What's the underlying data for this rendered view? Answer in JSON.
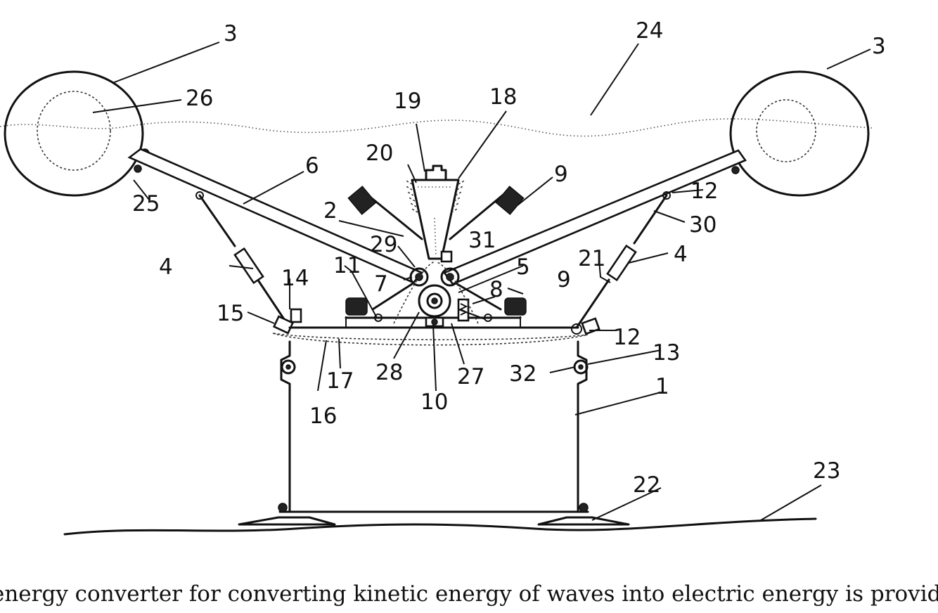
{
  "caption": "energy converter for converting kinetic energy of waves into electric energy is provided",
  "labels": {
    "n1": "1",
    "n2": "2",
    "n3_left": "3",
    "n3_right": "3",
    "n4_left": "4",
    "n4_right": "4",
    "n5": "5",
    "n6": "6",
    "n7": "7",
    "n8": "8",
    "n9_top": "9",
    "n9_bottom": "9",
    "n10": "10",
    "n11": "11",
    "n12_top": "12",
    "n12_bottom": "12",
    "n13": "13",
    "n14": "14",
    "n15": "15",
    "n16": "16",
    "n17": "17",
    "n18": "18",
    "n19": "19",
    "n20": "20",
    "n21": "21",
    "n22": "22",
    "n23": "23",
    "n24": "24",
    "n25": "25",
    "n26": "26",
    "n27": "27",
    "n28": "28",
    "n29": "29",
    "n30": "30",
    "n31": "31",
    "n32": "32"
  }
}
